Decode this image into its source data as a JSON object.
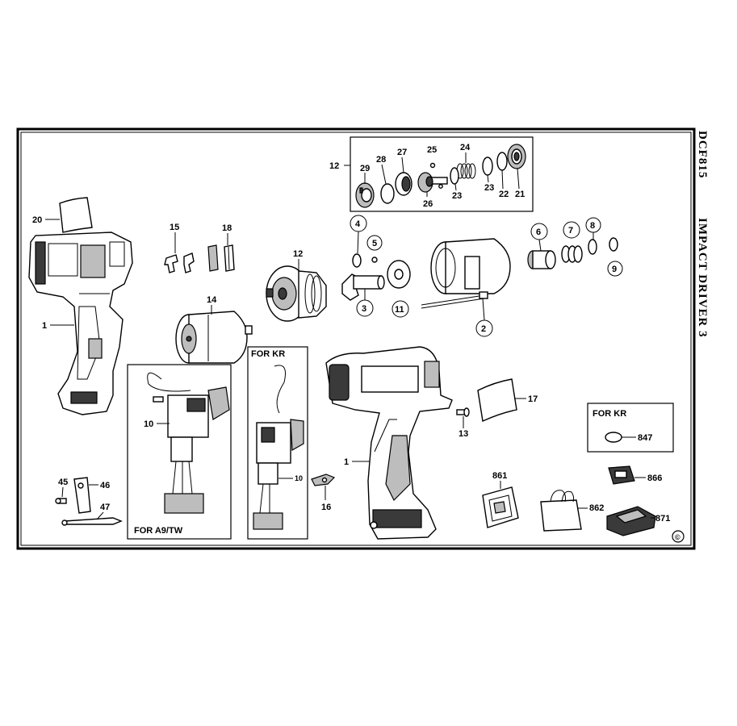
{
  "sheet": {
    "title": "DCF815",
    "subtitle": "IMPACT DRIVER 3",
    "copyright_mark": "©"
  },
  "boxes": {
    "for_a9_tw": "FOR A9/TW",
    "for_kr_switch": "FOR KR",
    "for_kr_battery": "FOR KR"
  },
  "labels": {
    "p1a": "1",
    "p1b": "1",
    "p2": "2",
    "p3": "3",
    "p4": "4",
    "p5": "5",
    "p6": "6",
    "p7": "7",
    "p8": "8",
    "p9": "9",
    "p10a": "10",
    "p10b": "10",
    "p11": "11",
    "p12a": "12",
    "p12b": "12",
    "p13": "13",
    "p14": "14",
    "p15": "15",
    "p16": "16",
    "p17": "17",
    "p18": "18",
    "p20": "20",
    "p21": "21",
    "p22": "22",
    "p23a": "23",
    "p23b": "23",
    "p24": "24",
    "p25": "25",
    "p26": "26",
    "p27": "27",
    "p28": "28",
    "p29": "29",
    "p45": "45",
    "p46": "46",
    "p47": "47",
    "p847": "847",
    "p861": "861",
    "p862": "862",
    "p866": "866",
    "p871": "871"
  }
}
